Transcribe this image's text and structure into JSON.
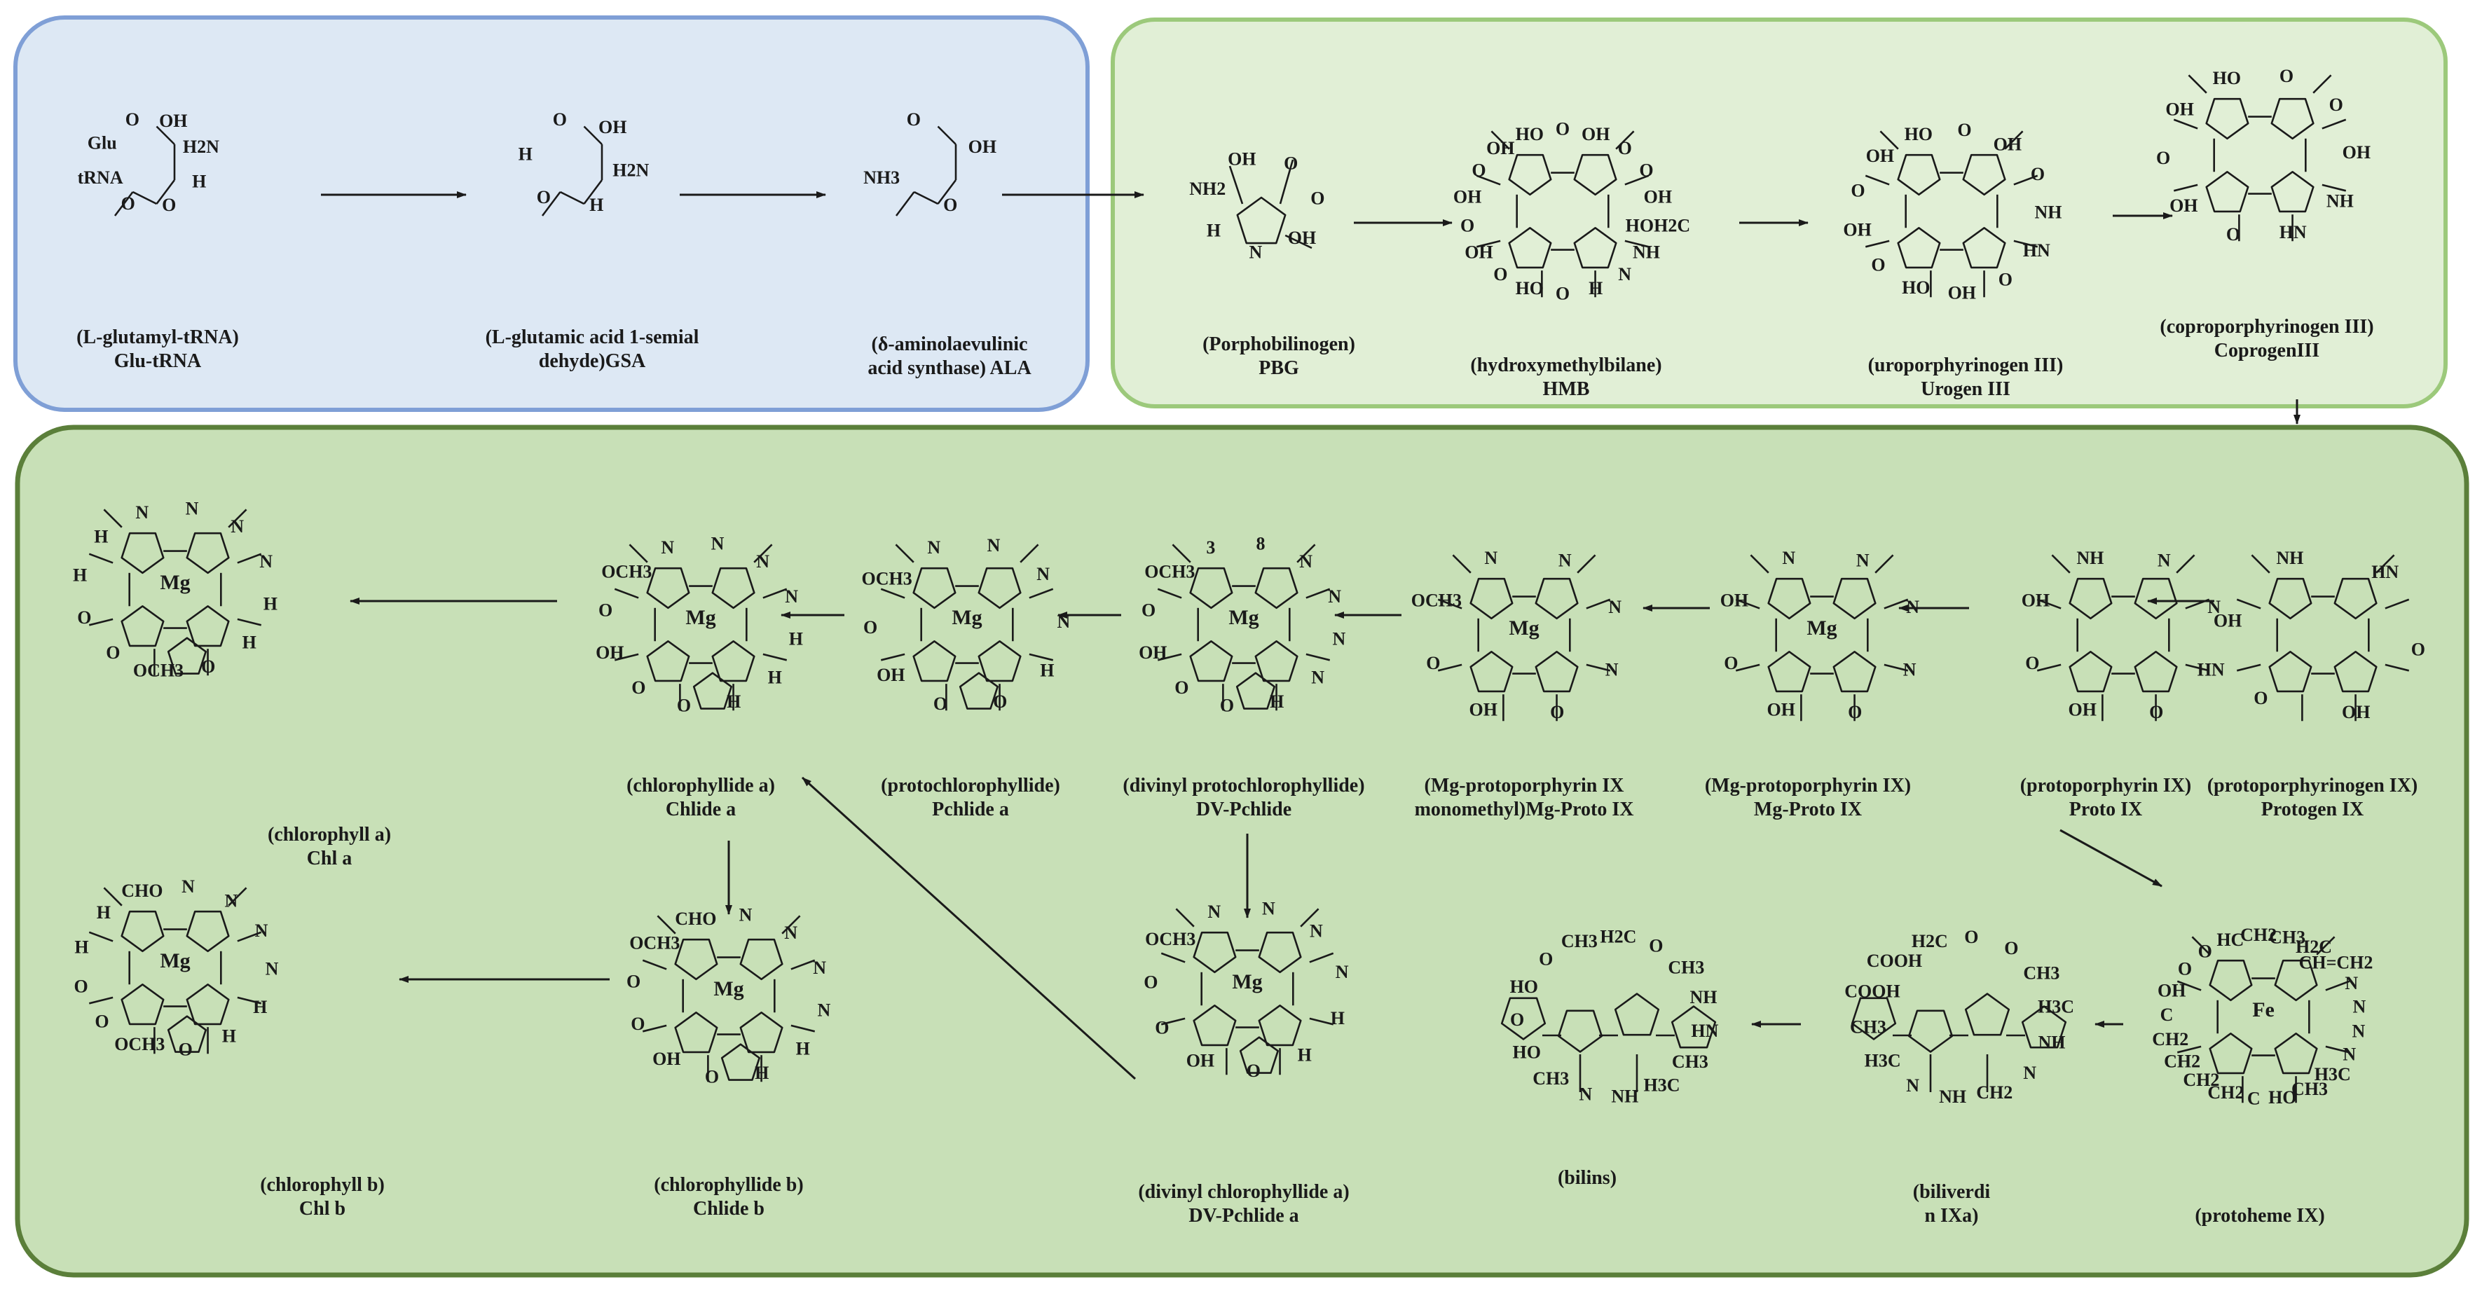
{
  "colors": {
    "blue_fill": "#dde8f4",
    "blue_stroke": "#7f9fd6",
    "light_green_fill": "#e1efd6",
    "light_green_stroke": "#9cc97b",
    "green_fill": "#c8e0b7",
    "green_stroke": "#5b7f3a",
    "line": "#1a1a1a"
  },
  "panels": [
    {
      "id": "ala-synthesis",
      "style": "blue"
    },
    {
      "id": "tetrapyrrole-formation",
      "style": "light_green"
    },
    {
      "id": "chlorophyll-heme-branch",
      "style": "green"
    }
  ],
  "structures": [
    {
      "id": "glu-trna",
      "name": "(L-glutamyl-tRNA)",
      "abbr": "Glu-tRNA",
      "core": "chain",
      "atoms": [
        "O",
        "OH",
        "H2N",
        "H",
        "O",
        "O",
        "tRNA",
        "Glu"
      ]
    },
    {
      "id": "gsa",
      "name": "(L-glutamic acid 1-semial",
      "abbr": "dehyde)GSA",
      "core": "chain",
      "atoms": [
        "O",
        "OH",
        "H2N",
        "H",
        "O",
        "H"
      ]
    },
    {
      "id": "ala",
      "name": "(δ-aminolaevulinic",
      "abbr": "acid synthase) ALA",
      "core": "chain",
      "atoms": [
        "O",
        "OH",
        "O",
        "NH3"
      ]
    },
    {
      "id": "pbg",
      "name": "(Porphobilinogen)",
      "abbr": "PBG",
      "core": "pyrrole",
      "atoms": [
        "OH",
        "O",
        "O",
        "OH",
        "N",
        "H",
        "NH2"
      ]
    },
    {
      "id": "hmb",
      "name": "(hydroxymethylbilane)",
      "abbr": "HMB",
      "core": "macrocycle",
      "atoms": [
        "HO",
        "O",
        "OH",
        "O",
        "O",
        "OH",
        "HOH2C",
        "NH",
        "N",
        "H",
        "O",
        "HO",
        "O",
        "OH",
        "O",
        "OH",
        "O",
        "OH"
      ]
    },
    {
      "id": "urogen",
      "name": "(uroporphyrinogen III)",
      "abbr": "Urogen III",
      "core": "macrocycle",
      "atoms": [
        "HO",
        "O",
        "OH",
        "O",
        "NH",
        "HN",
        "O",
        "OH",
        "HO",
        "O",
        "OH",
        "O",
        "OH"
      ]
    },
    {
      "id": "coprogen",
      "name": "(coproporphyrinogen III)",
      "abbr": "CoprogenIII",
      "core": "macrocycle",
      "atoms": [
        "HO",
        "O",
        "O",
        "OH",
        "NH",
        "HN",
        "O",
        "OH",
        "O",
        "OH"
      ]
    },
    {
      "id": "protogen",
      "name": "(protoporphyrinogen IX)",
      "abbr": "Protogen IX",
      "core": "macrocycle",
      "atoms": [
        "NH",
        "HN",
        "O",
        "OH",
        "O",
        "OH"
      ]
    },
    {
      "id": "proto",
      "name": "(protoporphyrin IX)",
      "abbr": "Proto IX",
      "core": "macrocycle",
      "atoms": [
        "NH",
        "N",
        "N",
        "HN",
        "O",
        "OH",
        "O",
        "OH"
      ]
    },
    {
      "id": "mg-proto",
      "name": "(Mg-protoporphyrin IX)",
      "abbr": "Mg-Proto IX",
      "core": "macrocycle",
      "metal": "Mg",
      "atoms": [
        "N",
        "N",
        "N",
        "N",
        "O",
        "OH",
        "O",
        "OH"
      ]
    },
    {
      "id": "mg-proto-me",
      "name": "(Mg-protoporphyrin IX",
      "abbr": "monomethyl)Mg-Proto IX",
      "core": "macrocycle",
      "metal": "Mg",
      "atoms": [
        "N",
        "N",
        "N",
        "N",
        "O",
        "OH",
        "O",
        "OCH3"
      ]
    },
    {
      "id": "dv-pchlide",
      "name": "(divinyl protochlorophyllide)",
      "abbr": "DV-Pchlide",
      "core": "macrocycle-v",
      "metal": "Mg",
      "atoms": [
        "3",
        "8",
        "N",
        "N",
        "N",
        "N",
        "H",
        "O",
        "O",
        "OH",
        "O",
        "OCH3"
      ]
    },
    {
      "id": "pchlide",
      "name": "(protochlorophyllide)",
      "abbr": "Pchlide a",
      "core": "macrocycle-v",
      "metal": "Mg",
      "atoms": [
        "N",
        "N",
        "N",
        "N",
        "H",
        "O",
        "O",
        "OH",
        "O",
        "OCH3"
      ]
    },
    {
      "id": "chlide-a",
      "name": "(chlorophyllide a)",
      "abbr": "Chlide a",
      "core": "macrocycle-v",
      "metal": "Mg",
      "atoms": [
        "N",
        "N",
        "N",
        "N",
        "H",
        "H",
        "H",
        "O",
        "O",
        "OH",
        "O",
        "OCH3"
      ]
    },
    {
      "id": "chl-a",
      "name": "(chlorophyll a)",
      "abbr": "Chl a",
      "core": "macrocycle-v",
      "metal": "Mg",
      "atoms": [
        "N",
        "N",
        "N",
        "N",
        "H",
        "H",
        "O",
        "OCH3",
        "O",
        "O",
        "H",
        "H"
      ]
    },
    {
      "id": "chl-b",
      "name": "(chlorophyll b)",
      "abbr": "Chl b",
      "core": "macrocycle-v",
      "metal": "Mg",
      "atoms": [
        "CHO",
        "N",
        "N",
        "N",
        "N",
        "H",
        "H",
        "O",
        "OCH3",
        "O",
        "O",
        "H",
        "H"
      ]
    },
    {
      "id": "chlide-b",
      "name": "(chlorophyllide b)",
      "abbr": "Chlide b",
      "core": "macrocycle-v",
      "metal": "Mg",
      "atoms": [
        "CHO",
        "N",
        "N",
        "N",
        "N",
        "H",
        "H",
        "O",
        "OH",
        "O",
        "O",
        "OCH3"
      ]
    },
    {
      "id": "dv-chlide",
      "name": "(divinyl chlorophyllide a)",
      "abbr": "DV-Pchlide a",
      "core": "macrocycle-v",
      "metal": "Mg",
      "atoms": [
        "N",
        "N",
        "N",
        "N",
        "H",
        "H",
        "O",
        "OH",
        "O",
        "O",
        "OCH3"
      ]
    },
    {
      "id": "bilins",
      "name": "(bilins)",
      "abbr": "",
      "core": "linear",
      "atoms": [
        "CH3",
        "H2C",
        "O",
        "CH3",
        "NH",
        "HN",
        "CH3",
        "H3C",
        "NH",
        "N",
        "CH3",
        "HO",
        "O",
        "HO",
        "O"
      ]
    },
    {
      "id": "biliverdin",
      "name": "(biliverdi",
      "abbr": "n IXa)",
      "core": "linear",
      "atoms": [
        "H2C",
        "O",
        "O",
        "CH3",
        "H3C",
        "NH",
        "N",
        "CH2",
        "NH",
        "N",
        "H3C",
        "CH3",
        "COOH",
        "COOH"
      ]
    },
    {
      "id": "protoheme",
      "name": "",
      "abbr": "(protoheme IX)",
      "core": "macrocycle",
      "metal": "Fe",
      "atoms": [
        "HC",
        "CH2",
        "CH3",
        "H2C",
        "CH=CH2",
        "N",
        "N",
        "N",
        "N",
        "H3C",
        "CH3",
        "HO",
        "C",
        "CH2",
        "CH2",
        "CH2",
        "CH2",
        "C",
        "OH",
        "O",
        "O"
      ]
    }
  ],
  "arrows": [
    {
      "from": "glu-trna",
      "to": "gsa"
    },
    {
      "from": "gsa",
      "to": "ala"
    },
    {
      "from": "ala",
      "to": "pbg"
    },
    {
      "from": "pbg",
      "to": "hmb"
    },
    {
      "from": "hmb",
      "to": "urogen"
    },
    {
      "from": "urogen",
      "to": "coprogen"
    },
    {
      "from": "coprogen",
      "to": "protogen"
    },
    {
      "from": "protogen",
      "to": "proto"
    },
    {
      "from": "proto",
      "to": "mg-proto"
    },
    {
      "from": "mg-proto",
      "to": "mg-proto-me"
    },
    {
      "from": "mg-proto-me",
      "to": "dv-pchlide"
    },
    {
      "from": "dv-pchlide",
      "to": "pchlide"
    },
    {
      "from": "pchlide",
      "to": "chlide-a"
    },
    {
      "from": "chlide-a",
      "to": "chl-a"
    },
    {
      "from": "chlide-a",
      "to": "chlide-b"
    },
    {
      "from": "chlide-b",
      "to": "chl-b"
    },
    {
      "from": "dv-pchlide",
      "to": "dv-chlide"
    },
    {
      "from": "dv-chlide",
      "to": "chlide-a"
    },
    {
      "from": "proto",
      "to": "protoheme"
    },
    {
      "from": "protoheme",
      "to": "biliverdin"
    },
    {
      "from": "biliverdin",
      "to": "bilins"
    }
  ]
}
